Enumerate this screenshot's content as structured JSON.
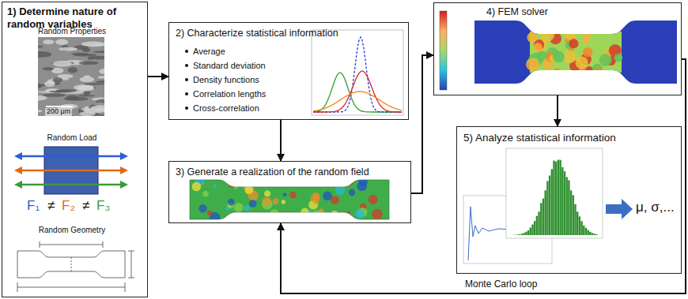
{
  "diagram": {
    "nodes": [
      {
        "text": [
          "1) Determine nature of random variables",
          "Random Properties",
          "Random Load",
          "Random Geometry"
        ]
      },
      {
        "text": [
          "2) Characterize statistical information",
          "Average",
          "Standard deviation",
          "Density functions",
          "Correlation lengths",
          "Cross-correlation"
        ]
      },
      {
        "text": [
          "3) Generate a realization of the random field"
        ]
      },
      {
        "text": [
          "4) FEM solver"
        ]
      },
      {
        "text": [
          "5) Analyze statistical information"
        ]
      }
    ],
    "edges": [
      {
        "from": 0,
        "to": 1,
        "arrow": "to"
      },
      {
        "from": 1,
        "to": 2,
        "arrow": "to"
      },
      {
        "from": 2,
        "to": 3,
        "arrow": "to"
      },
      {
        "from": 3,
        "to": 4,
        "arrow": "to"
      },
      {
        "from": 3,
        "to": 2,
        "label": "Monte Carlo loop",
        "arrow": "to"
      }
    ],
    "labels": [
      "200 μm",
      "F₁",
      "≠",
      "F₂",
      "≠",
      "F₃",
      "μ, σ,..."
    ]
  }
}
